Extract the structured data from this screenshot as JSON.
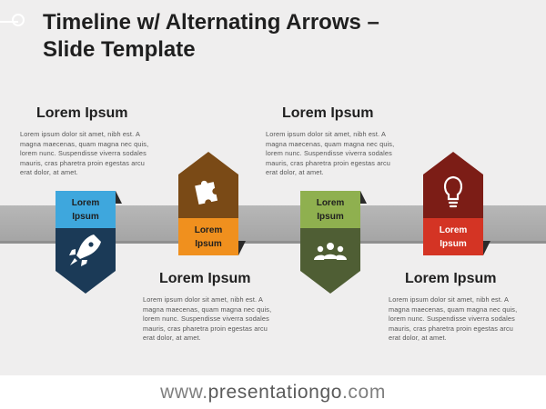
{
  "title": {
    "line1": "Timeline w/ Alternating Arrows –",
    "line2": "Slide Template"
  },
  "items": [
    {
      "box_label_line1": "Lorem",
      "box_label_line2": "Ipsum",
      "box_color": "#3ea7dd",
      "arrow_color": "#1b3a57",
      "icon": "rocket-icon",
      "heading": "Lorem Ipsum",
      "text_lines": [
        "Lorem ipsum dolor sit amet, nibh est. A",
        "magna maecenas, quam magna nec quis,",
        "lorem nunc. Suspendisse viverra sodales",
        "mauris, cras pharetra proin egestas arcu",
        "erat dolor, at amet."
      ]
    },
    {
      "box_label_line1": "Lorem",
      "box_label_line2": "Ipsum",
      "box_color": "#f0901e",
      "arrow_color": "#7a4a16",
      "icon": "puzzle-icon",
      "heading": "Lorem Ipsum",
      "text_lines": [
        "Lorem ipsum dolor sit amet, nibh est. A",
        "magna maecenas, quam magna nec quis,",
        "lorem nunc. Suspendisse viverra sodales",
        "mauris, cras pharetra proin egestas arcu",
        "erat dolor, at amet."
      ]
    },
    {
      "box_label_line1": "Lorem",
      "box_label_line2": "Ipsum",
      "box_color": "#8fb04f",
      "arrow_color": "#4f5e34",
      "icon": "people-icon",
      "heading": "Lorem Ipsum",
      "text_lines": [
        "Lorem ipsum dolor sit amet, nibh est. A",
        "magna maecenas, quam magna nec quis,",
        "lorem nunc. Suspendisse viverra sodales",
        "mauris, cras pharetra proin egestas arcu",
        "erat dolor, at amet."
      ]
    },
    {
      "box_label_line1": "Lorem",
      "box_label_line2": "Ipsum",
      "box_color": "#d43424",
      "arrow_color": "#7c1d16",
      "icon": "lightbulb-icon",
      "heading": "Lorem Ipsum",
      "text_lines": [
        "Lorem ipsum dolor sit amet, nibh est. A",
        "magna maecenas, quam magna nec quis,",
        "lorem nunc. Suspendisse viverra sodales",
        "mauris, cras pharetra proin egestas arcu",
        "erat dolor, at amet."
      ]
    }
  ],
  "footer": {
    "prefix": "www.",
    "brand": "presentationgo",
    "suffix": ".com"
  }
}
